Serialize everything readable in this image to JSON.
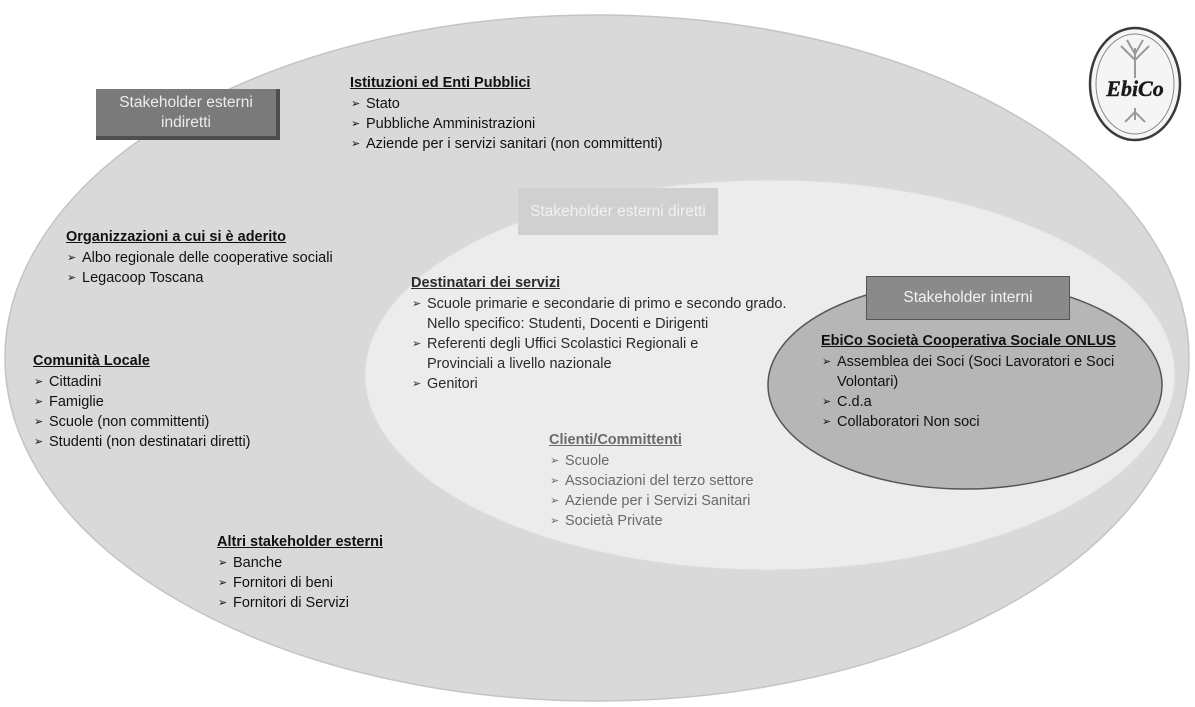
{
  "colors": {
    "outer_ellipse": "#d9d9d9",
    "direct_ellipse": "#ececec",
    "internal_ellipse": "#b6b6b6",
    "indirect_box": "#7a7a7a",
    "direct_box": "#d0d0d0",
    "internal_box": "#8a8a8a"
  },
  "labels": {
    "indiretti": "Stakeholder esterni indiretti",
    "diretti": "Stakeholder esterni diretti",
    "interni": "Stakeholder interni"
  },
  "logo": {
    "text": "EbiCo",
    "icon": "tree-icon"
  },
  "istituzioni": {
    "title": "Istituzioni ed Enti Pubblici",
    "items": [
      "Stato",
      "Pubbliche Amministrazioni",
      "Aziende per i servizi sanitari (non committenti)"
    ]
  },
  "organizzazioni": {
    "title": "Organizzazioni a cui si è aderito",
    "items": [
      "Albo regionale delle cooperative sociali",
      "Legacoop Toscana"
    ]
  },
  "comunita": {
    "title": "Comunità Locale",
    "items": [
      "Cittadini",
      "Famiglie",
      "Scuole (non committenti)",
      "Studenti (non destinatari diretti)"
    ]
  },
  "altri": {
    "title": "Altri stakeholder esterni",
    "items": [
      "Banche",
      "Fornitori di beni",
      "Fornitori di Servizi"
    ]
  },
  "destinatari": {
    "title": "Destinatari dei servizi",
    "items": [
      "Scuole primarie e secondarie di primo e secondo grado. Nello specifico: Studenti, Docenti e Dirigenti",
      "Referenti degli Uffici Scolastici Regionali e Provinciali a livello nazionale",
      "Genitori"
    ]
  },
  "clienti": {
    "title": "Clienti/Committenti",
    "items": [
      "Scuole",
      "Associazioni del terzo settore",
      "Aziende per i Servizi Sanitari",
      "Società Private"
    ]
  },
  "ebico": {
    "title": "EbiCo Società Cooperativa Sociale ONLUS",
    "items": [
      "Assemblea dei Soci (Soci Lavoratori e Soci Volontari)",
      "C.d.a",
      "Collaboratori Non soci"
    ]
  }
}
